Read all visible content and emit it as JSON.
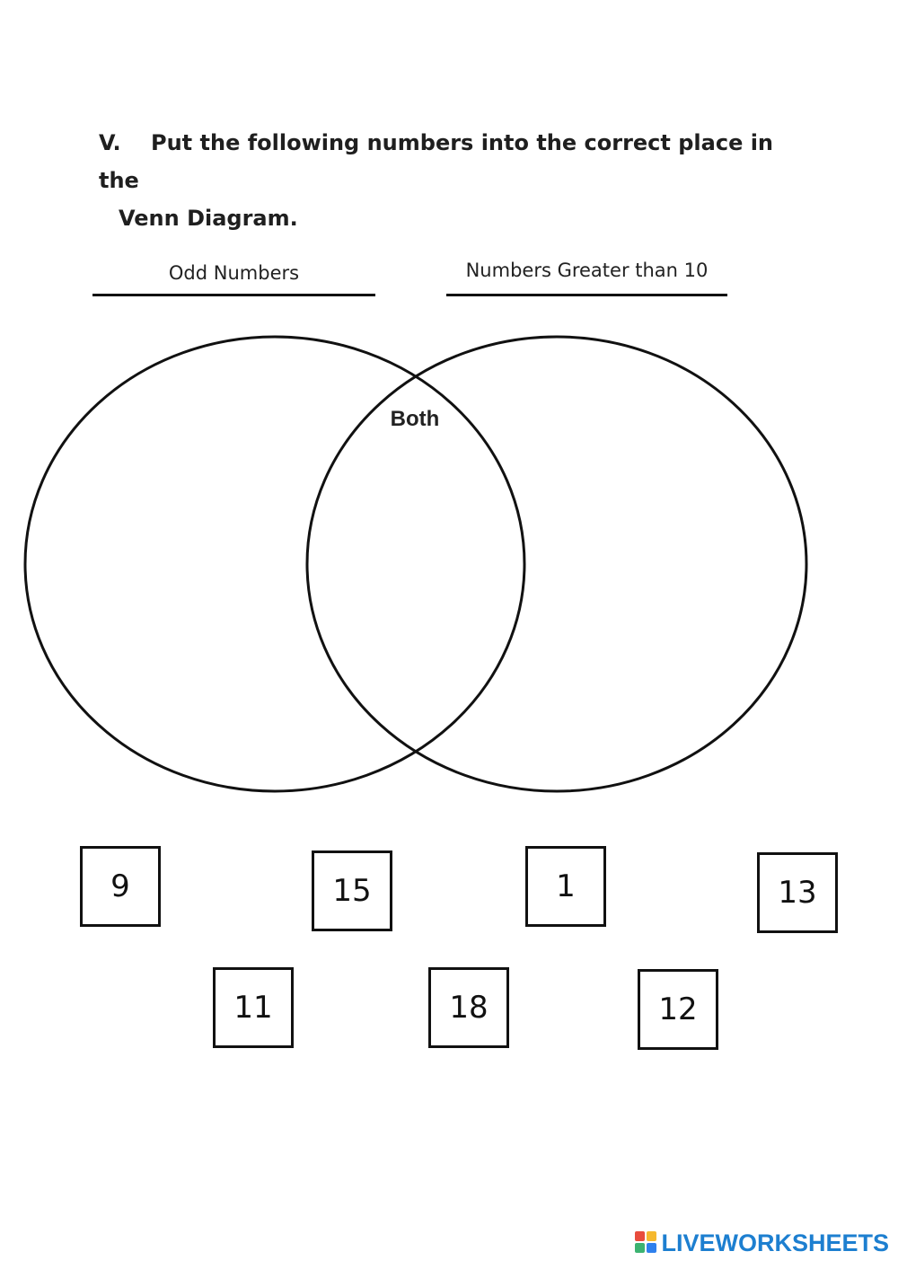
{
  "instruction": {
    "number": "V.",
    "line1": "Put the following numbers into the correct place in the",
    "line2": "Venn Diagram."
  },
  "venn": {
    "left_label": "Odd Numbers",
    "right_label": "Numbers Greater than 10",
    "intersection_label": "Both"
  },
  "numbers": [
    "9",
    "15",
    "1",
    "13",
    "11",
    "18",
    "12"
  ],
  "watermark": {
    "text": "LIVEWORKSHEETS",
    "color": "#1d7fd0",
    "logo_colors": [
      "#e84c3d",
      "#f5b82e",
      "#3cb371",
      "#2f80ed"
    ]
  }
}
